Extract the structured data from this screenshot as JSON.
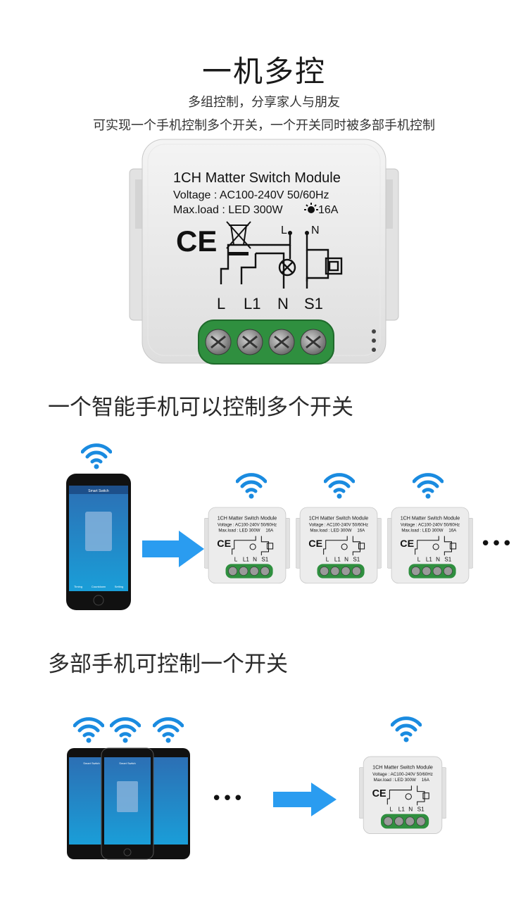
{
  "header": {
    "title": "一机多控",
    "subtitle_1": "多组控制，分享家人与朋友",
    "subtitle_2": "可实现一个手机控制多个开关，一个开关同时被多部手机控制"
  },
  "module": {
    "name": "1CH Matter Switch Module",
    "voltage": "Voltage : AC100-240V 50/60Hz",
    "maxload": "Max.load : LED 300W",
    "maxload_amp": "16A",
    "ce": "CE",
    "terminal_top_L": "L",
    "terminal_top_N": "N",
    "terminal_L": "L",
    "terminal_L1": "L1",
    "terminal_N": "N",
    "terminal_S1": "S1",
    "small_name": "1CH Matter Switch Module",
    "small_voltage": "Voltage : AC100-240V 50/60Hz",
    "small_maxload": "Max.load : LED 300W",
    "small_amp": "16A"
  },
  "section_one_to_many": {
    "heading": "一个智能手机可以控制多个开关",
    "phone_title": "Smart Switch",
    "phone_tabs": [
      "Timing",
      "Countdown",
      "Setting"
    ],
    "ellipsis": "•••"
  },
  "section_many_to_one": {
    "heading": "多部手机可控制一个开关",
    "ellipsis": "•••"
  },
  "colors": {
    "wifi_blue": "#1a8be0",
    "arrow_blue": "#2a9cf0",
    "terminal_green": "#2f8f3f",
    "module_body": "#ececec"
  }
}
